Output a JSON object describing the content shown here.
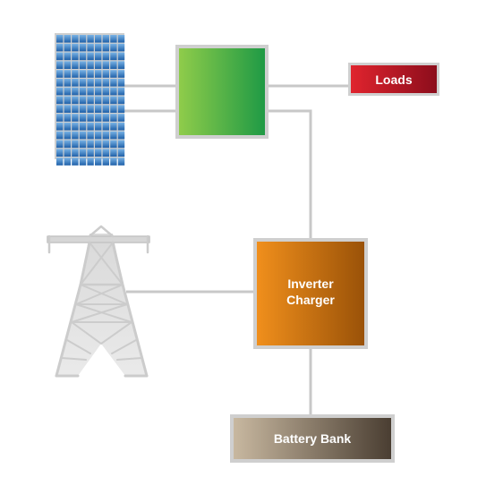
{
  "diagram": {
    "loads_label": "Loads",
    "inverter_label_line1": "Inverter",
    "inverter_label_line2": "Charger",
    "battery_label": "Battery Bank",
    "icons": {
      "solar_panel": "solar-panel-icon",
      "transmission_tower": "transmission-tower-icon"
    },
    "colors": {
      "connector": "#c8c8c8",
      "frame": "#cfcfcf",
      "solar_cell_light": "#7ab4e6",
      "solar_cell_dark": "#1e5fa8",
      "controller_light": "#8fcc4a",
      "controller_dark": "#1f9a45",
      "loads_light": "#e0242e",
      "loads_dark": "#8c0d1c",
      "inverter_light": "#f08f1c",
      "inverter_dark": "#9a5208",
      "battery_light": "#c8b8a0",
      "battery_dark": "#4a3e32",
      "tower": "#d4d4d4"
    }
  }
}
